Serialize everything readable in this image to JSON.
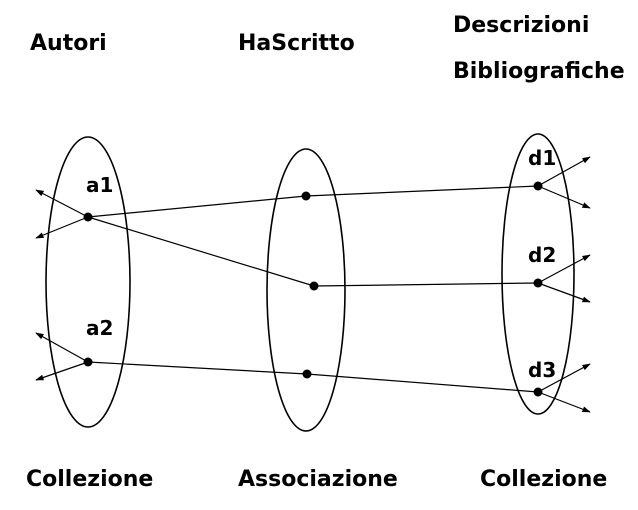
{
  "headers": {
    "autori": "Autori",
    "hascritto": "HaScritto",
    "descrizioni_line1": "Descrizioni",
    "descrizioni_line2": "Bibliografiche"
  },
  "footers": {
    "left": "Collezione",
    "middle": "Associazione",
    "right": "Collezione"
  },
  "nodes": {
    "a1": "a1",
    "a2": "a2",
    "d1": "d1",
    "d2": "d2",
    "d3": "d3"
  },
  "colors": {
    "ink": "#000000",
    "background": "#ffffff"
  }
}
